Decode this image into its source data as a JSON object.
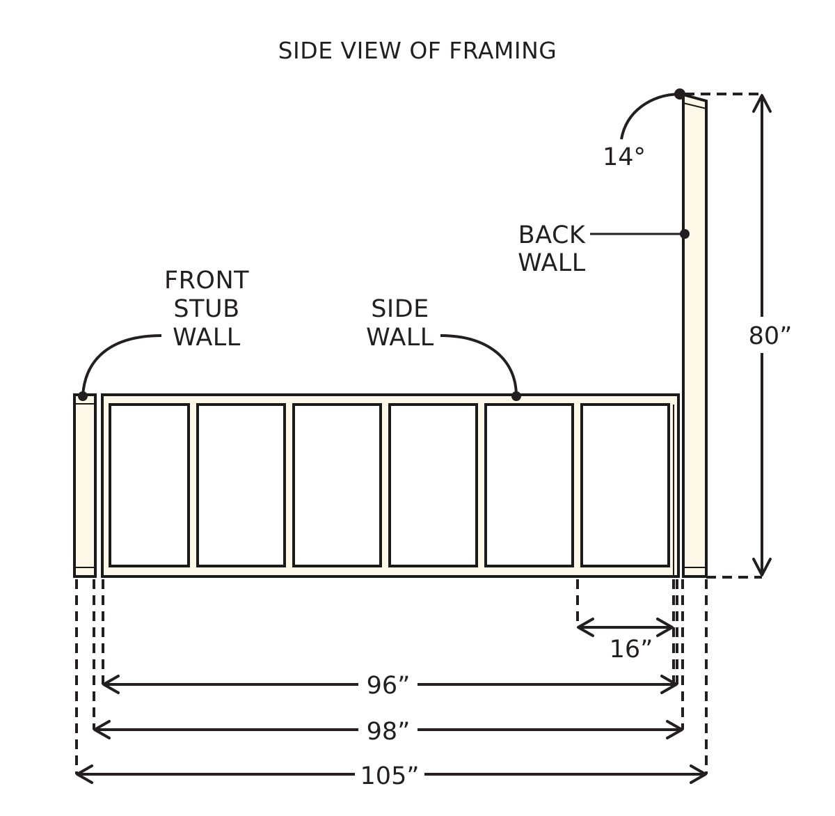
{
  "title": "SIDE VIEW OF FRAMING",
  "labels": {
    "front_stub_wall": [
      "FRONT",
      "STUB",
      "WALL"
    ],
    "side_wall": [
      "SIDE",
      "WALL"
    ],
    "back_wall": [
      "BACK",
      "WALL"
    ],
    "angle": "14°"
  },
  "dimensions": {
    "stud_spacing": "16”",
    "side_wall_length": "96”",
    "side_wall_plus_gap": "98”",
    "overall_length": "105”",
    "back_wall_height": "80”"
  },
  "colors": {
    "lumber_fill": "#fdf8e8",
    "line": "#231f20",
    "background": "#ffffff"
  },
  "framing": {
    "side_wall_stud_count": 7,
    "side_wall_bays": 6
  }
}
